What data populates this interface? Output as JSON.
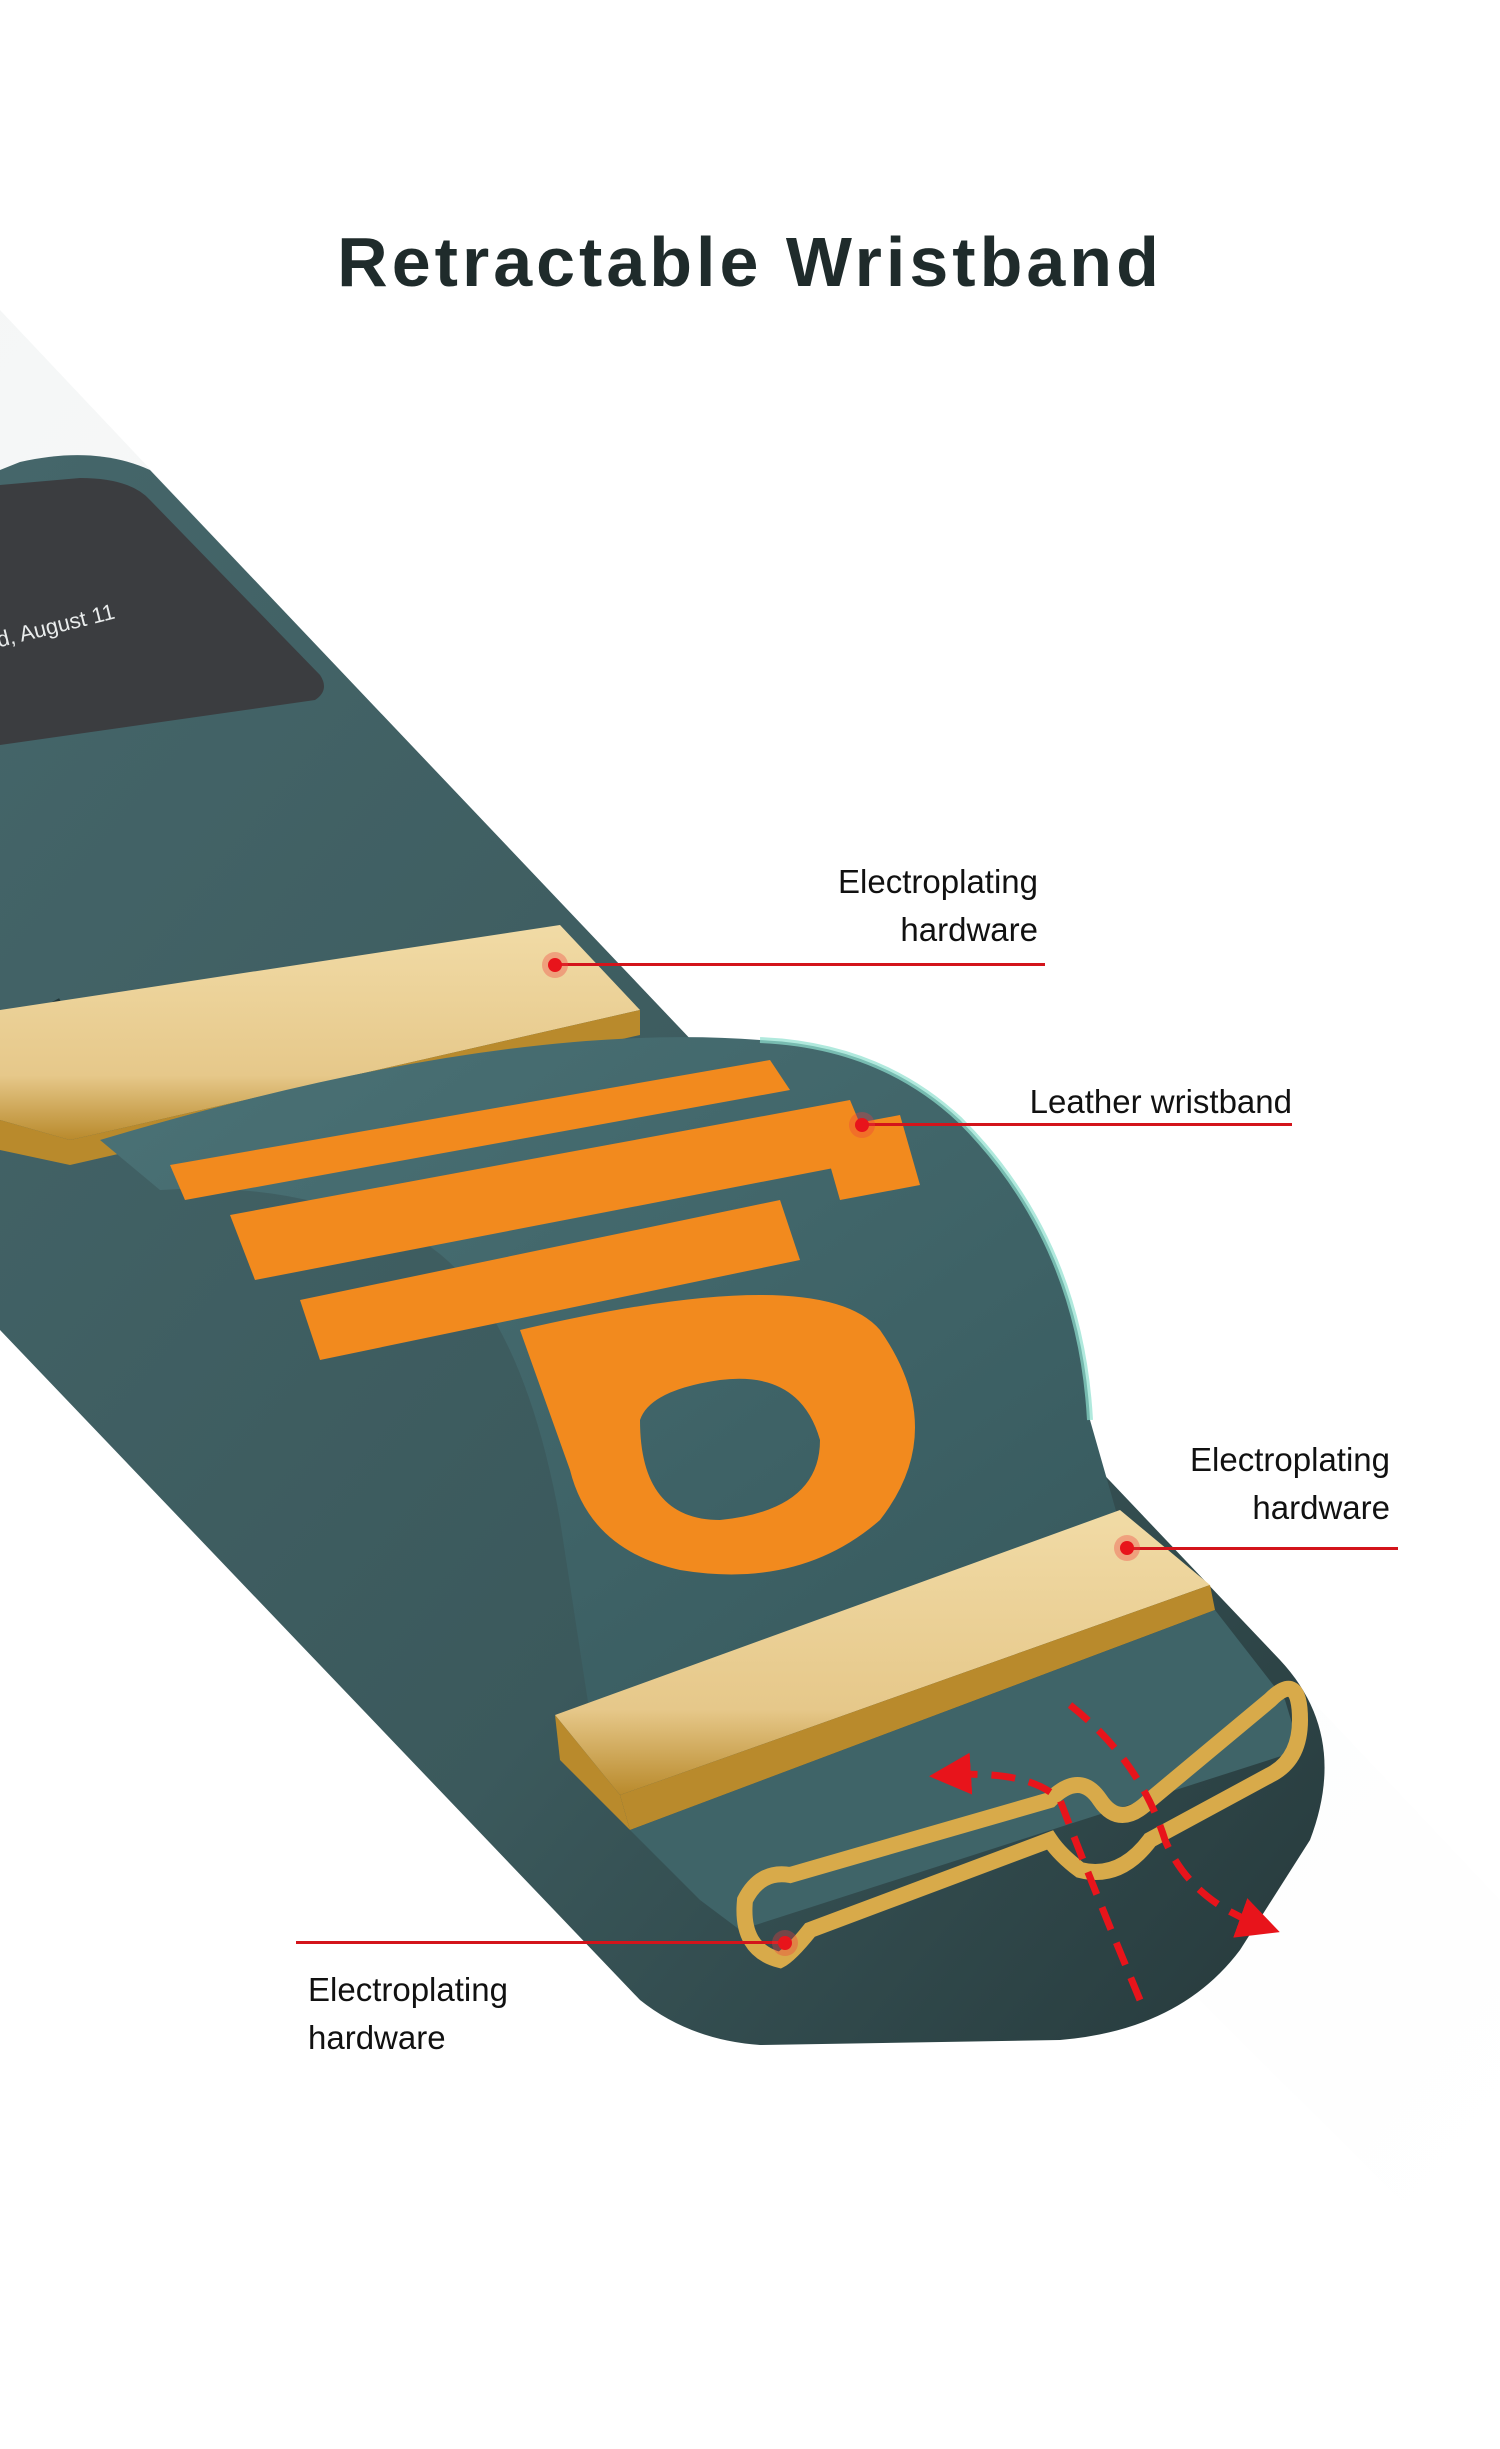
{
  "title": "Retractable Wristband",
  "screen": {
    "date_text": "d, August 11"
  },
  "strap": {
    "print_text": "flip"
  },
  "callouts": [
    {
      "id": "top-hardware",
      "lines": [
        "Electroplating",
        "hardware"
      ]
    },
    {
      "id": "leather-wristband",
      "lines": [
        "Leather wristband"
      ]
    },
    {
      "id": "lower-hardware",
      "lines": [
        "Electroplating",
        "hardware"
      ]
    },
    {
      "id": "buckle-hardware",
      "lines": [
        "Electroplating",
        "hardware"
      ]
    }
  ],
  "colors": {
    "title": "#1f2b2b",
    "phone_body": "#3e5d5f",
    "phone_dark": "#1f3436",
    "screen": "#3b3d40",
    "strap": "#3c5f63",
    "print": "#f28a1e",
    "gold": "#e9cf92",
    "gold_dark": "#b8892e",
    "callout_red": "#d3141b"
  }
}
